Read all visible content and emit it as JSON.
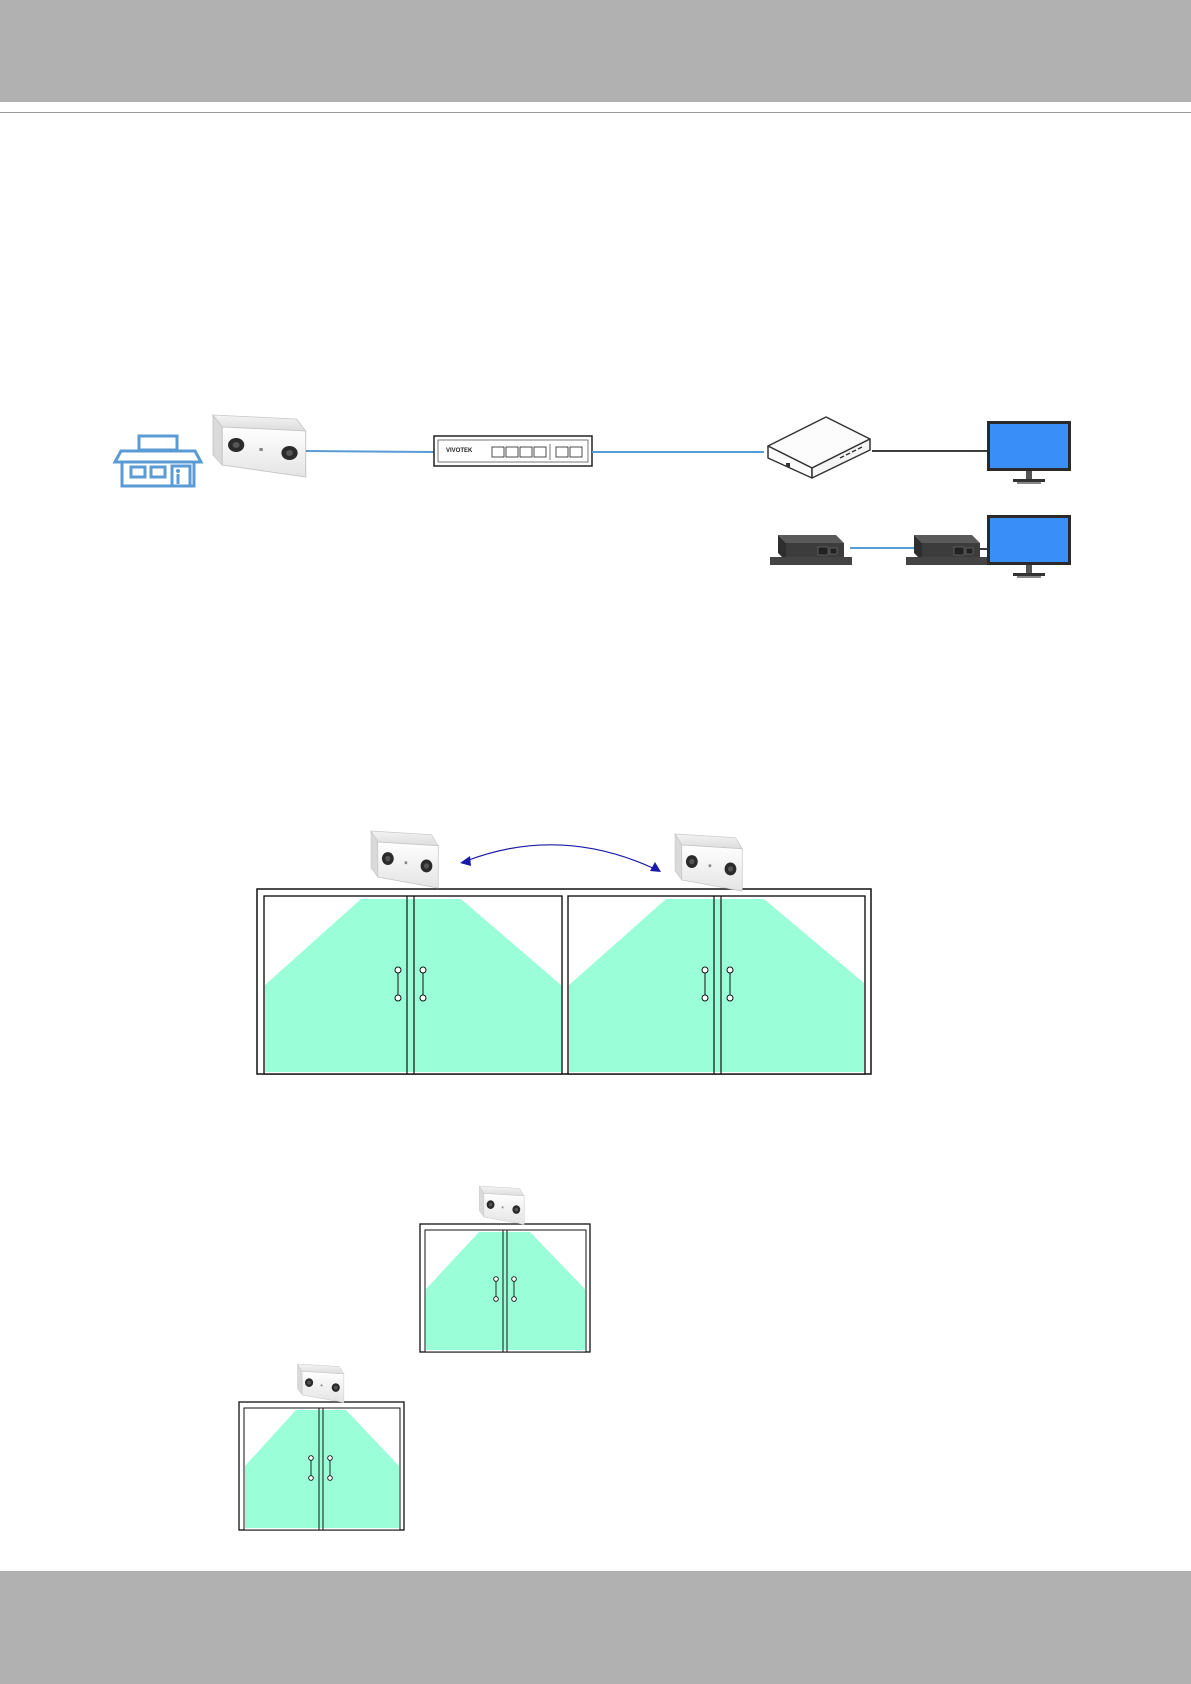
{
  "colors": {
    "band_gray": "#b1b1b1",
    "line_blue": "#5b9bd5",
    "cable_dark": "#222222",
    "screen_blue": "#3a8ef7",
    "coverage_mint": "#9affd9",
    "arrow_navy": "#1a1aa8"
  },
  "icons": [
    "store-icon",
    "people-counter-camera",
    "poe-switch",
    "nvr-box",
    "hdmi-extender",
    "monitor",
    "double-door"
  ],
  "switch": {
    "brand": "VIVOTEK"
  }
}
